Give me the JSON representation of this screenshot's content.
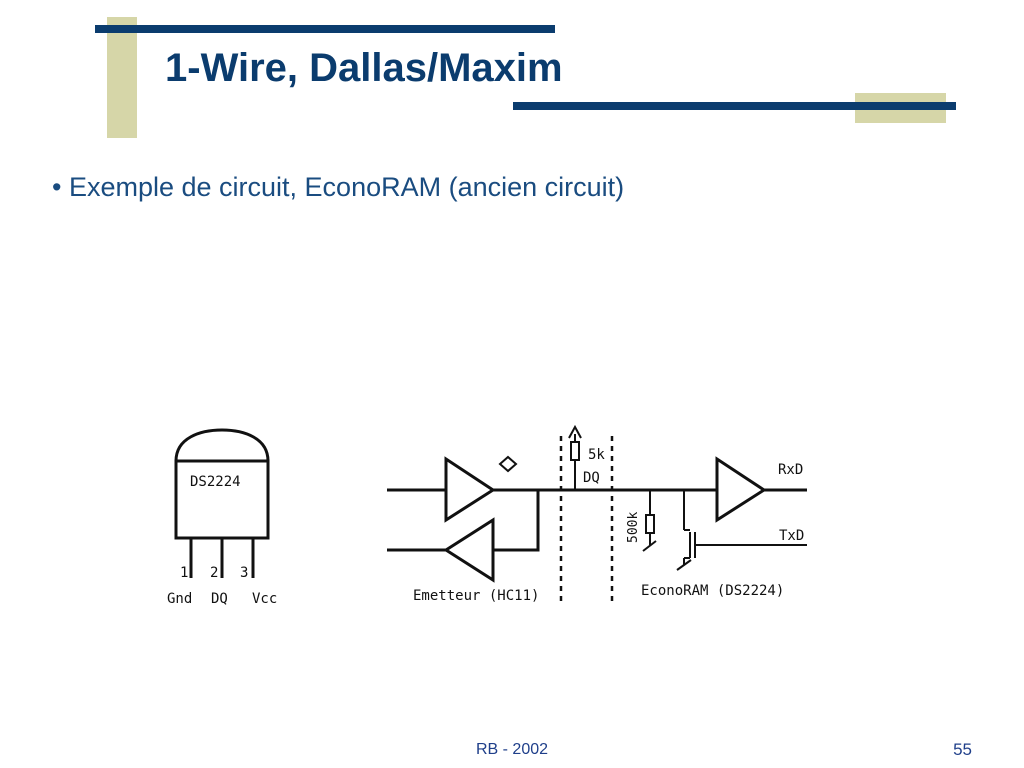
{
  "colors": {
    "navy": "#0b3c6e",
    "khaki": "#d6d6a8",
    "text_blue": "#1a4c80",
    "footer_blue": "#1f3f8a"
  },
  "slide": {
    "title": "1-Wire, Dallas/Maxim",
    "bullet": "• Exemple de circuit, EconoRAM (ancien circuit)",
    "footer": "RB - 2002",
    "page_number": "55"
  },
  "diagram": {
    "chip_name": "DS2224",
    "pin_numbers": [
      "1",
      "2",
      "3"
    ],
    "pin_names": [
      "Gnd",
      "DQ",
      "Vcc"
    ],
    "pullup_label": "5k",
    "dq_label": "DQ",
    "rxd_label": "RxD",
    "txd_label": "TxD",
    "resistor_label": "500k",
    "emitter_label": "Emetteur (HC11)",
    "econoram_label": "EconoRAM (DS2224)"
  }
}
